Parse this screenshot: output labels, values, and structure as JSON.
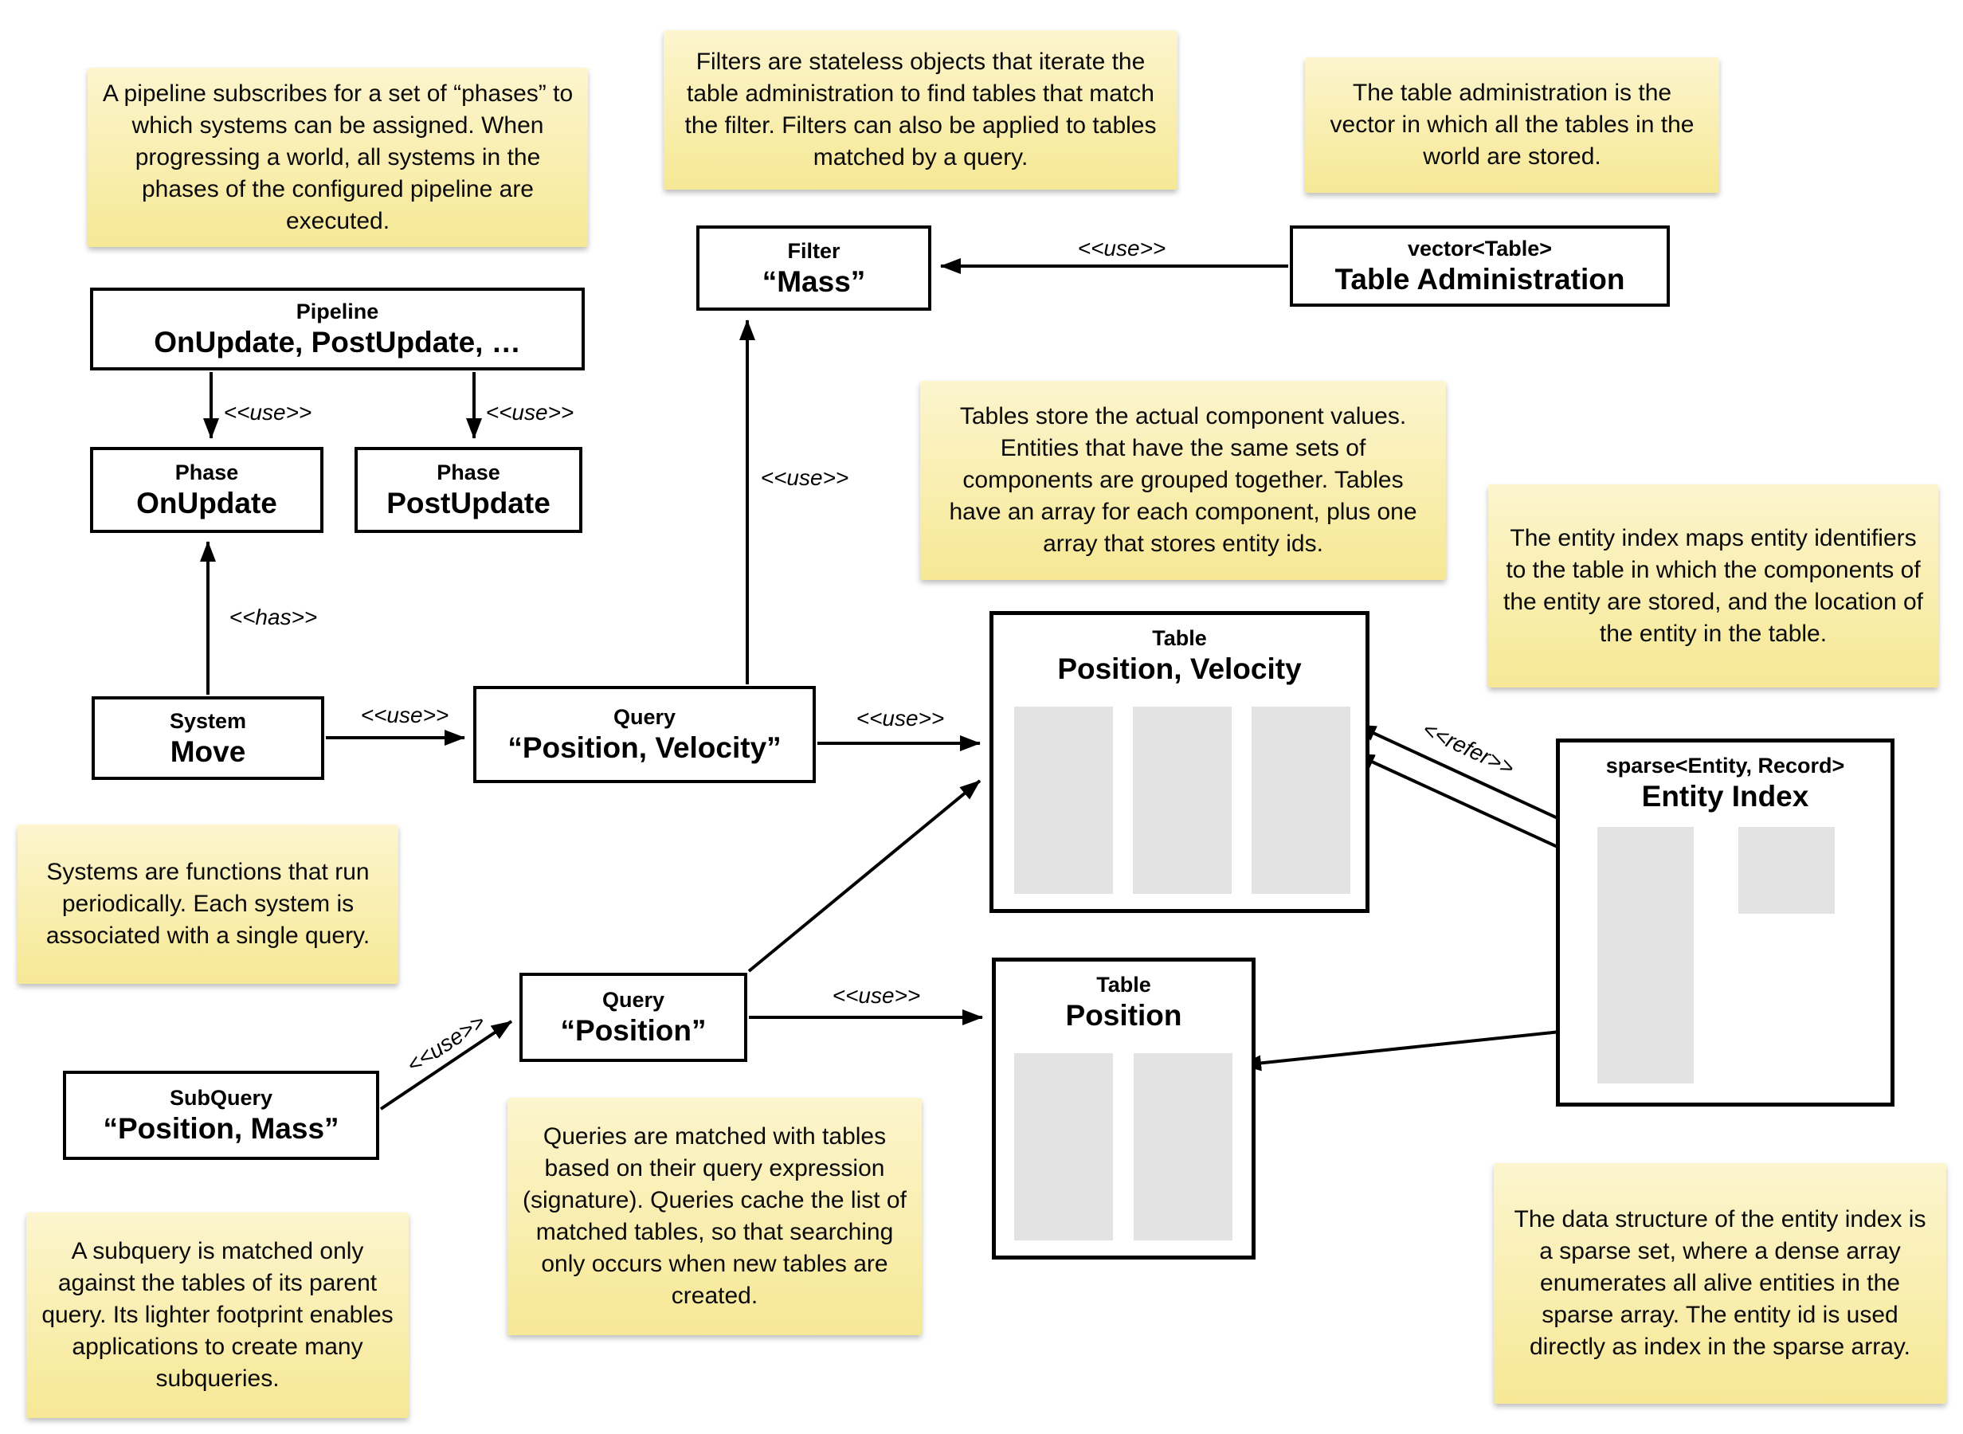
{
  "labels": {
    "use": "<<use>>",
    "has": "<<has>>",
    "refer": "<<refer>>"
  },
  "boxes": {
    "pipeline": {
      "stereotype": "Pipeline",
      "name": "OnUpdate, PostUpdate, …"
    },
    "phase_onupdate": {
      "stereotype": "Phase",
      "name": "OnUpdate"
    },
    "phase_postupdate": {
      "stereotype": "Phase",
      "name": "PostUpdate"
    },
    "system_move": {
      "stereotype": "System",
      "name": "Move"
    },
    "query_pv": {
      "stereotype": "Query",
      "name": "“Position, Velocity”"
    },
    "filter_mass": {
      "stereotype": "Filter",
      "name": "“Mass”"
    },
    "table_admin": {
      "stereotype": "vector<Table>",
      "name": "Table Administration"
    },
    "table_pv": {
      "stereotype": "Table",
      "name": "Position, Velocity"
    },
    "table_pos": {
      "stereotype": "Table",
      "name": "Position"
    },
    "entity_index": {
      "stereotype": "sparse<Entity, Record>",
      "name": "Entity Index"
    },
    "query_pos": {
      "stereotype": "Query",
      "name": "“Position”"
    },
    "subquery": {
      "stereotype": "SubQuery",
      "name": "“Position, Mass”"
    }
  },
  "notes": {
    "pipeline": "A pipeline subscribes for a set of “phases” to which systems can be assigned. When progressing a world, all systems in the phases of the configured pipeline are executed.",
    "filters": "Filters are stateless objects that iterate the table administration to find tables that match the filter. Filters can also be applied to tables matched by a query.",
    "table_admin": "The table administration is the vector in which all the tables in the world are stored.",
    "tables": "Tables store the actual component values. Entities that have the same sets of components are grouped together. Tables have an array for each component, plus one array that stores entity ids.",
    "entity_index": "The entity index maps entity identifiers to the table in which the components of the entity are stored, and the location of the entity in the table.",
    "systems": "Systems are functions that run periodically. Each system is associated with a single query.",
    "queries": "Queries are matched with tables based on their query expression (signature). Queries cache the list of matched tables, so that searching only occurs when new tables are created.",
    "subquery": "A subquery is matched only against the tables of its parent query. Its lighter footprint enables applications to create many subqueries.",
    "sparse_set": "The data structure of the entity index is a sparse set, where a dense array enumerates all alive entities in the sparse array. The entity id is used directly as index in the sparse array."
  },
  "colors": {
    "note_top": "#FCF5CE",
    "note_bottom": "#F6E895",
    "box_fill": "#FFFFFF",
    "line": "#000000",
    "array_fill": "#E3E3E3"
  }
}
